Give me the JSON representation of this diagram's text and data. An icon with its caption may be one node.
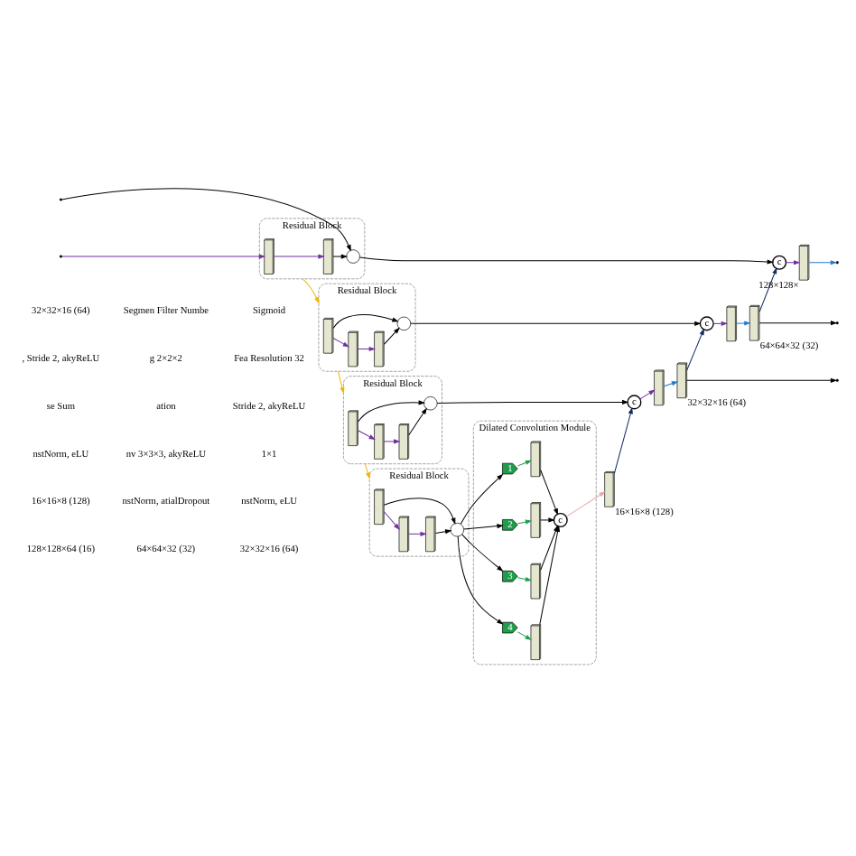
{
  "diagram": {
    "nodes": [
      {
        "text": [
          "Residual Block"
        ]
      },
      {
        "text": [],
        "shape": "box",
        "in": 0
      },
      {
        "text": [],
        "shape": "box",
        "in": 0
      },
      {
        "text": [],
        "shape": "circle",
        "in": 0
      },
      {
        "text": [
          "Residual Block"
        ]
      },
      {
        "text": [],
        "shape": "box",
        "in": 4
      },
      {
        "text": [],
        "shape": "box",
        "in": 4
      },
      {
        "text": [],
        "shape": "box",
        "in": 4
      },
      {
        "text": [],
        "shape": "circle",
        "in": 4
      },
      {
        "text": [
          "Residual Block"
        ]
      },
      {
        "text": [],
        "shape": "box",
        "in": 9
      },
      {
        "text": [],
        "shape": "box",
        "in": 9
      },
      {
        "text": [],
        "shape": "box",
        "in": 9
      },
      {
        "text": [],
        "shape": "circle",
        "in": 9
      },
      {
        "text": [
          "Residual Block"
        ]
      },
      {
        "text": [],
        "shape": "box",
        "in": 14
      },
      {
        "text": [],
        "shape": "box",
        "in": 14
      },
      {
        "text": [],
        "shape": "box",
        "in": 14
      },
      {
        "text": [],
        "shape": "circle",
        "in": 14
      },
      {
        "text": [
          "Dilated Convolution Module"
        ]
      },
      {
        "text": [
          "1"
        ],
        "in": 19
      },
      {
        "text": [],
        "shape": "box",
        "in": 19
      },
      {
        "text": [
          "2"
        ],
        "in": 19
      },
      {
        "text": [],
        "shape": "box",
        "in": 19
      },
      {
        "text": [
          "3"
        ],
        "in": 19
      },
      {
        "text": [],
        "shape": "box",
        "in": 19
      },
      {
        "text": [
          "4"
        ],
        "in": 19
      },
      {
        "text": [],
        "shape": "box",
        "in": 19
      },
      {
        "text": [
          "c"
        ],
        "in": 19
      },
      {
        "text": [],
        "shape": "box",
        "beside": [
          "16×16×8 (128)"
        ]
      },
      {
        "text": [
          "c"
        ]
      },
      {
        "text": [],
        "shape": "box"
      },
      {
        "text": [],
        "shape": "box",
        "beside": [
          "32×32×16 (64)"
        ]
      },
      {
        "text": [
          "c"
        ]
      },
      {
        "text": [],
        "shape": "box"
      },
      {
        "text": [],
        "shape": "box",
        "beside": [
          "64×64×32 (32)"
        ]
      },
      {
        "text": [
          "c"
        ]
      },
      {
        "text": [],
        "shape": "box",
        "beside": [
          "128×128×"
        ]
      }
    ],
    "edges": [
      {
        "from": null,
        "to": 1,
        "arrow": "to",
        "color": "#7030a0"
      },
      {
        "from": 1,
        "to": 2,
        "arrow": "to",
        "color": "#7030a0"
      },
      {
        "from": 2,
        "to": 3,
        "arrow": "to"
      },
      {
        "from": null,
        "to": 3,
        "arrow": "to"
      },
      {
        "from": 3,
        "to": 36,
        "arrow": "to"
      },
      {
        "from": 0,
        "to": 4,
        "arrow": "to",
        "color": "#f0b400"
      },
      {
        "from": 5,
        "to": 6,
        "arrow": "to",
        "color": "#7030a0"
      },
      {
        "from": 6,
        "to": 7,
        "arrow": "to",
        "color": "#7030a0"
      },
      {
        "from": 7,
        "to": 8,
        "arrow": "to"
      },
      {
        "from": 5,
        "to": 8,
        "arrow": "to"
      },
      {
        "from": 8,
        "to": 33,
        "arrow": "to"
      },
      {
        "from": 4,
        "to": 9,
        "arrow": "to",
        "color": "#f0b400"
      },
      {
        "from": 10,
        "to": 11,
        "arrow": "to",
        "color": "#7030a0"
      },
      {
        "from": 11,
        "to": 12,
        "arrow": "to",
        "color": "#7030a0"
      },
      {
        "from": 12,
        "to": 13,
        "arrow": "to"
      },
      {
        "from": 10,
        "to": 13,
        "arrow": "to"
      },
      {
        "from": 13,
        "to": 30,
        "arrow": "to"
      },
      {
        "from": 9,
        "to": 14,
        "arrow": "to",
        "color": "#f0b400"
      },
      {
        "from": 15,
        "to": 16,
        "arrow": "to",
        "color": "#7030a0"
      },
      {
        "from": 16,
        "to": 17,
        "arrow": "to",
        "color": "#7030a0"
      },
      {
        "from": 17,
        "to": 18,
        "arrow": "to"
      },
      {
        "from": 15,
        "to": 18,
        "arrow": "to"
      },
      {
        "from": 18,
        "to": 20,
        "arrow": "to"
      },
      {
        "from": 18,
        "to": 22,
        "arrow": "to"
      },
      {
        "from": 18,
        "to": 24,
        "arrow": "to"
      },
      {
        "from": 18,
        "to": 26,
        "arrow": "to"
      },
      {
        "from": 20,
        "to": 21,
        "arrow": "to",
        "color": "#1e9e4a"
      },
      {
        "from": 22,
        "to": 23,
        "arrow": "to",
        "color": "#1e9e4a"
      },
      {
        "from": 24,
        "to": 25,
        "arrow": "to",
        "color": "#1e9e4a"
      },
      {
        "from": 26,
        "to": 27,
        "arrow": "to",
        "color": "#1e9e4a"
      },
      {
        "from": 21,
        "to": 28,
        "arrow": "to"
      },
      {
        "from": 23,
        "to": 28,
        "arrow": "to"
      },
      {
        "from": 25,
        "to": 28,
        "arrow": "to"
      },
      {
        "from": 27,
        "to": 28,
        "arrow": "to"
      },
      {
        "from": 28,
        "to": 29,
        "arrow": "to",
        "color": "#e8a8a8"
      },
      {
        "from": 29,
        "to": 30,
        "arrow": "to",
        "color": "#0f2a5c"
      },
      {
        "from": 30,
        "to": 31,
        "arrow": "to",
        "color": "#7030a0"
      },
      {
        "from": 31,
        "to": 32,
        "arrow": "to",
        "color": "#1f7ad0"
      },
      {
        "from": 32,
        "to": 33,
        "arrow": "to",
        "color": "#0f2a5c"
      },
      {
        "from": 32,
        "to": null,
        "arrow": "to"
      },
      {
        "from": 33,
        "to": 34,
        "arrow": "to",
        "color": "#7030a0"
      },
      {
        "from": 34,
        "to": 35,
        "arrow": "to",
        "color": "#1f7ad0"
      },
      {
        "from": 35,
        "to": 36,
        "arrow": "to",
        "color": "#0f2a5c"
      },
      {
        "from": 35,
        "to": null,
        "arrow": "to"
      },
      {
        "from": 36,
        "to": 37,
        "arrow": "to",
        "color": "#7030a0"
      },
      {
        "from": 37,
        "to": null,
        "arrow": "to",
        "color": "#1f7ad0"
      }
    ],
    "labels": [
      "128×128×64 (16)",
      "64×64×32 (32)",
      "32×32×16 (64)",
      "16×16×8 (128)",
      "nstNorm, atialDropout",
      "nstNorm, eLU",
      "nstNorm, eLU",
      "nv 3×3×3, akyReLU",
      "1×1",
      "se Sum",
      "ation",
      "Stride 2, akyReLU",
      ", Stride 2, akyReLU",
      "g 2×2×2",
      "Fea Resolution 32",
      "32×32×16 (64)",
      "Segmen Filter Numbe",
      "Sigmoid"
    ]
  }
}
